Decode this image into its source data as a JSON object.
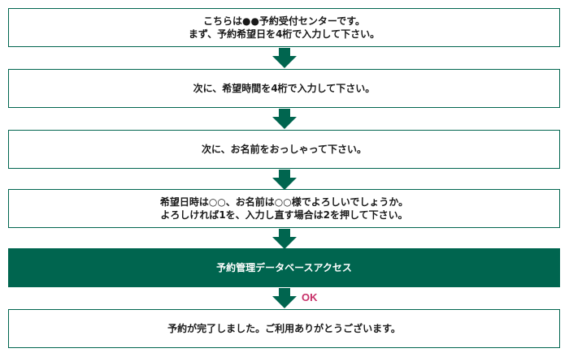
{
  "steps": [
    {
      "lines": [
        "こちらは●●予約受付センターです。",
        "まず、予約希望日を4桁で入力して下さい。"
      ]
    },
    {
      "lines": [
        "次に、希望時間を4桁で入力して下さい。"
      ]
    },
    {
      "lines": [
        "次に、お名前をおっしゃって下さい。"
      ]
    },
    {
      "lines": [
        "希望日時は○○、お名前は○○様でよろしいでしょうか。",
        "よろしければ1を、入力し直す場合は2を押して下さい。"
      ]
    },
    {
      "lines": [
        "予約管理データベースアクセス"
      ]
    },
    {
      "lines": [
        "予約が完了しました。ご利用ありがとうございます。"
      ]
    }
  ],
  "ok_label": "OK",
  "colors": {
    "accent": "#00654f",
    "ok": "#c73068"
  }
}
